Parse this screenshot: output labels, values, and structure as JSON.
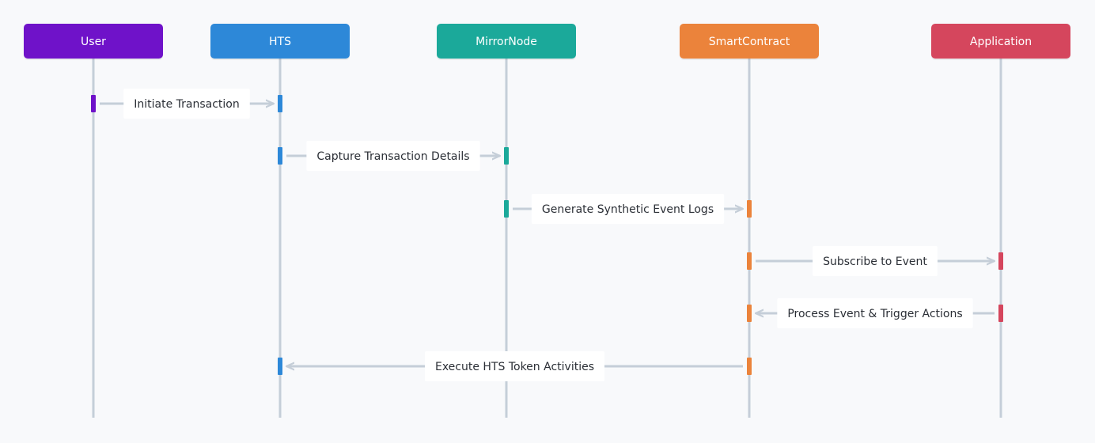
{
  "actors": [
    {
      "id": "user",
      "name": "User",
      "color": "#6f12c9"
    },
    {
      "id": "hts",
      "name": "HTS",
      "color": "#2d88d8"
    },
    {
      "id": "mirror",
      "name": "MirrorNode",
      "color": "#1ba99a"
    },
    {
      "id": "contract",
      "name": "SmartContract",
      "color": "#eb833b"
    },
    {
      "id": "app",
      "name": "Application",
      "color": "#d5465d"
    }
  ],
  "messages": [
    {
      "from": 0,
      "to": 1,
      "label": "Initiate Transaction"
    },
    {
      "from": 1,
      "to": 2,
      "label": "Capture Transaction Details"
    },
    {
      "from": 2,
      "to": 3,
      "label": "Generate Synthetic Event Logs"
    },
    {
      "from": 3,
      "to": 4,
      "label": "Subscribe to Event"
    },
    {
      "from": 4,
      "to": 3,
      "label": "Process Event & Trigger Actions"
    },
    {
      "from": 3,
      "to": 1,
      "label": "Execute HTS Token Activities"
    }
  ],
  "colors": {
    "lifeline": "#c5ced8",
    "arrow": "#c5ced8",
    "label_bg": "#ffffff",
    "label_text": "#2b2f36"
  }
}
